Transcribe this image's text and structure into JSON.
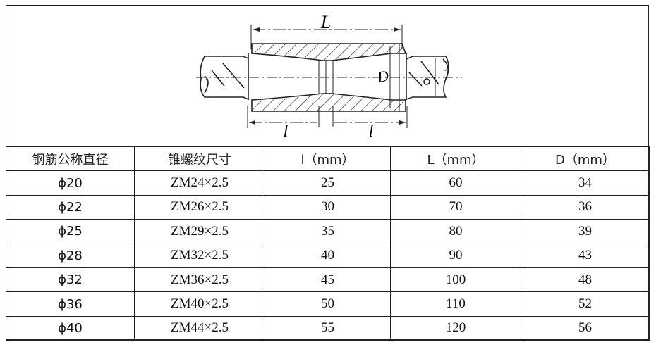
{
  "diagram": {
    "label_L": "L",
    "label_l_left": "l",
    "label_l_right": "l",
    "label_D": "D"
  },
  "table": {
    "headers": [
      "钢筋公称直径",
      "锥螺纹尺寸",
      "l（mm）",
      "L（mm）",
      "D（mm）"
    ],
    "rows": [
      [
        "ϕ20",
        "ZM24×2.5",
        "25",
        "60",
        "34"
      ],
      [
        "ϕ22",
        "ZM26×2.5",
        "30",
        "70",
        "36"
      ],
      [
        "ϕ25",
        "ZM29×2.5",
        "35",
        "80",
        "39"
      ],
      [
        "ϕ28",
        "ZM32×2.5",
        "40",
        "90",
        "43"
      ],
      [
        "ϕ32",
        "ZM36×2.5",
        "45",
        "100",
        "48"
      ],
      [
        "ϕ36",
        "ZM40×2.5",
        "50",
        "110",
        "52"
      ],
      [
        "ϕ40",
        "ZM44×2.5",
        "55",
        "120",
        "56"
      ]
    ]
  }
}
